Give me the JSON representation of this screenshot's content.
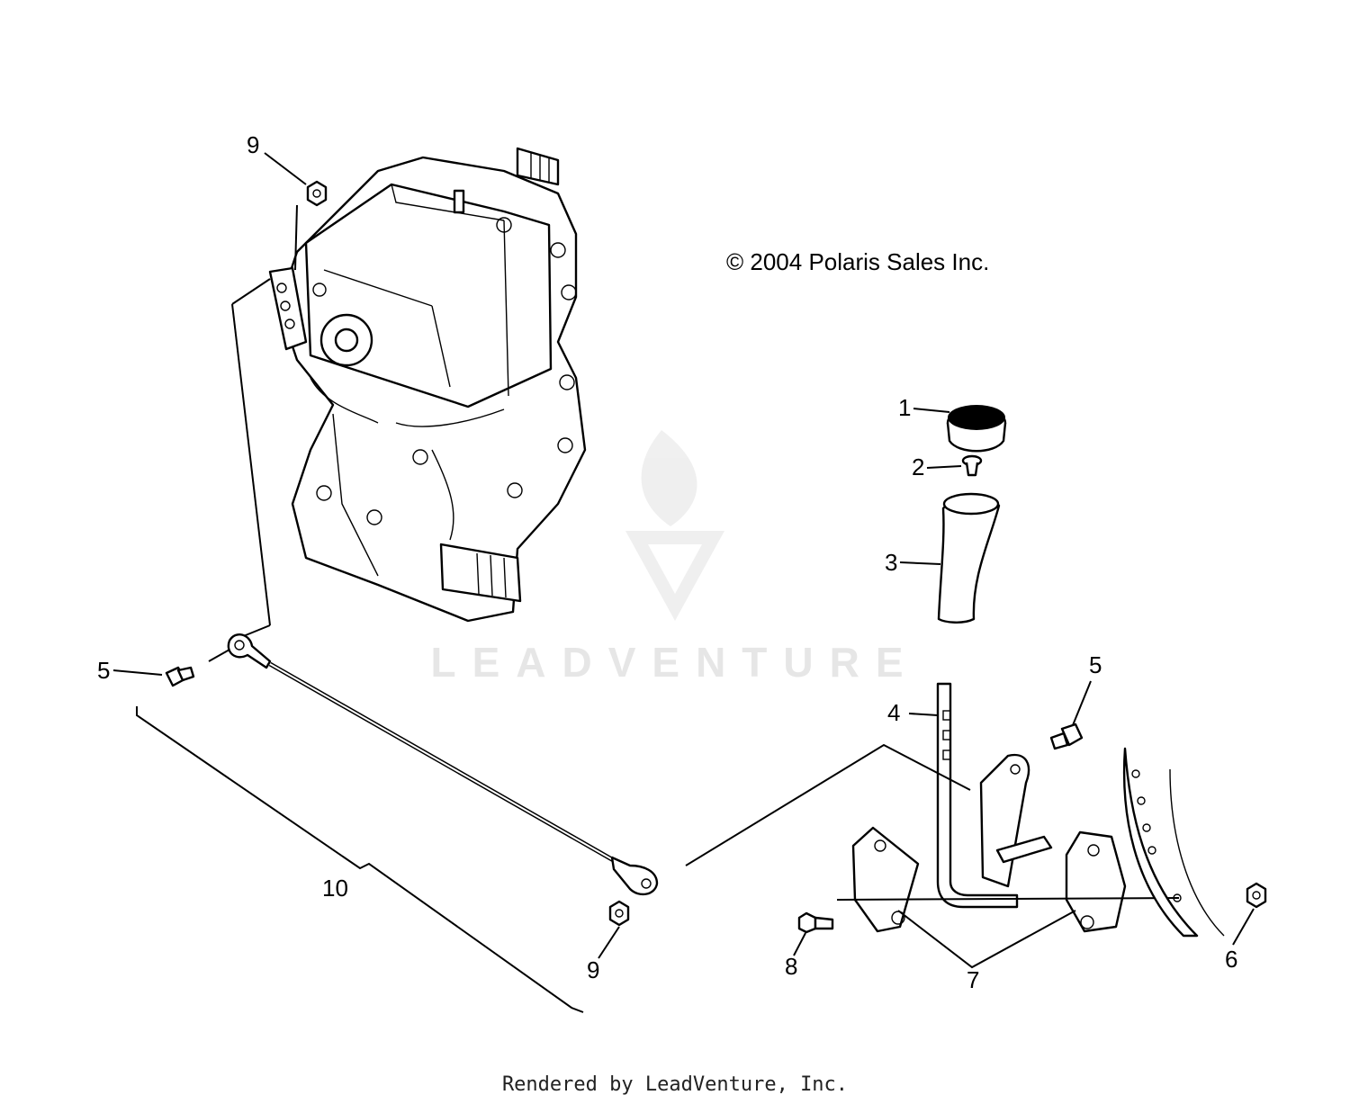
{
  "copyright": "© 2004 Polaris Sales Inc.",
  "watermark": "LEADVENTURE",
  "footer": "Rendered by LeadVenture, Inc.",
  "callouts": {
    "c1": "1",
    "c2": "2",
    "c3": "3",
    "c4": "4",
    "c5a": "5",
    "c5b": "5",
    "c6": "6",
    "c7": "7",
    "c8": "8",
    "c9a": "9",
    "c9b": "9",
    "c10": "10"
  }
}
